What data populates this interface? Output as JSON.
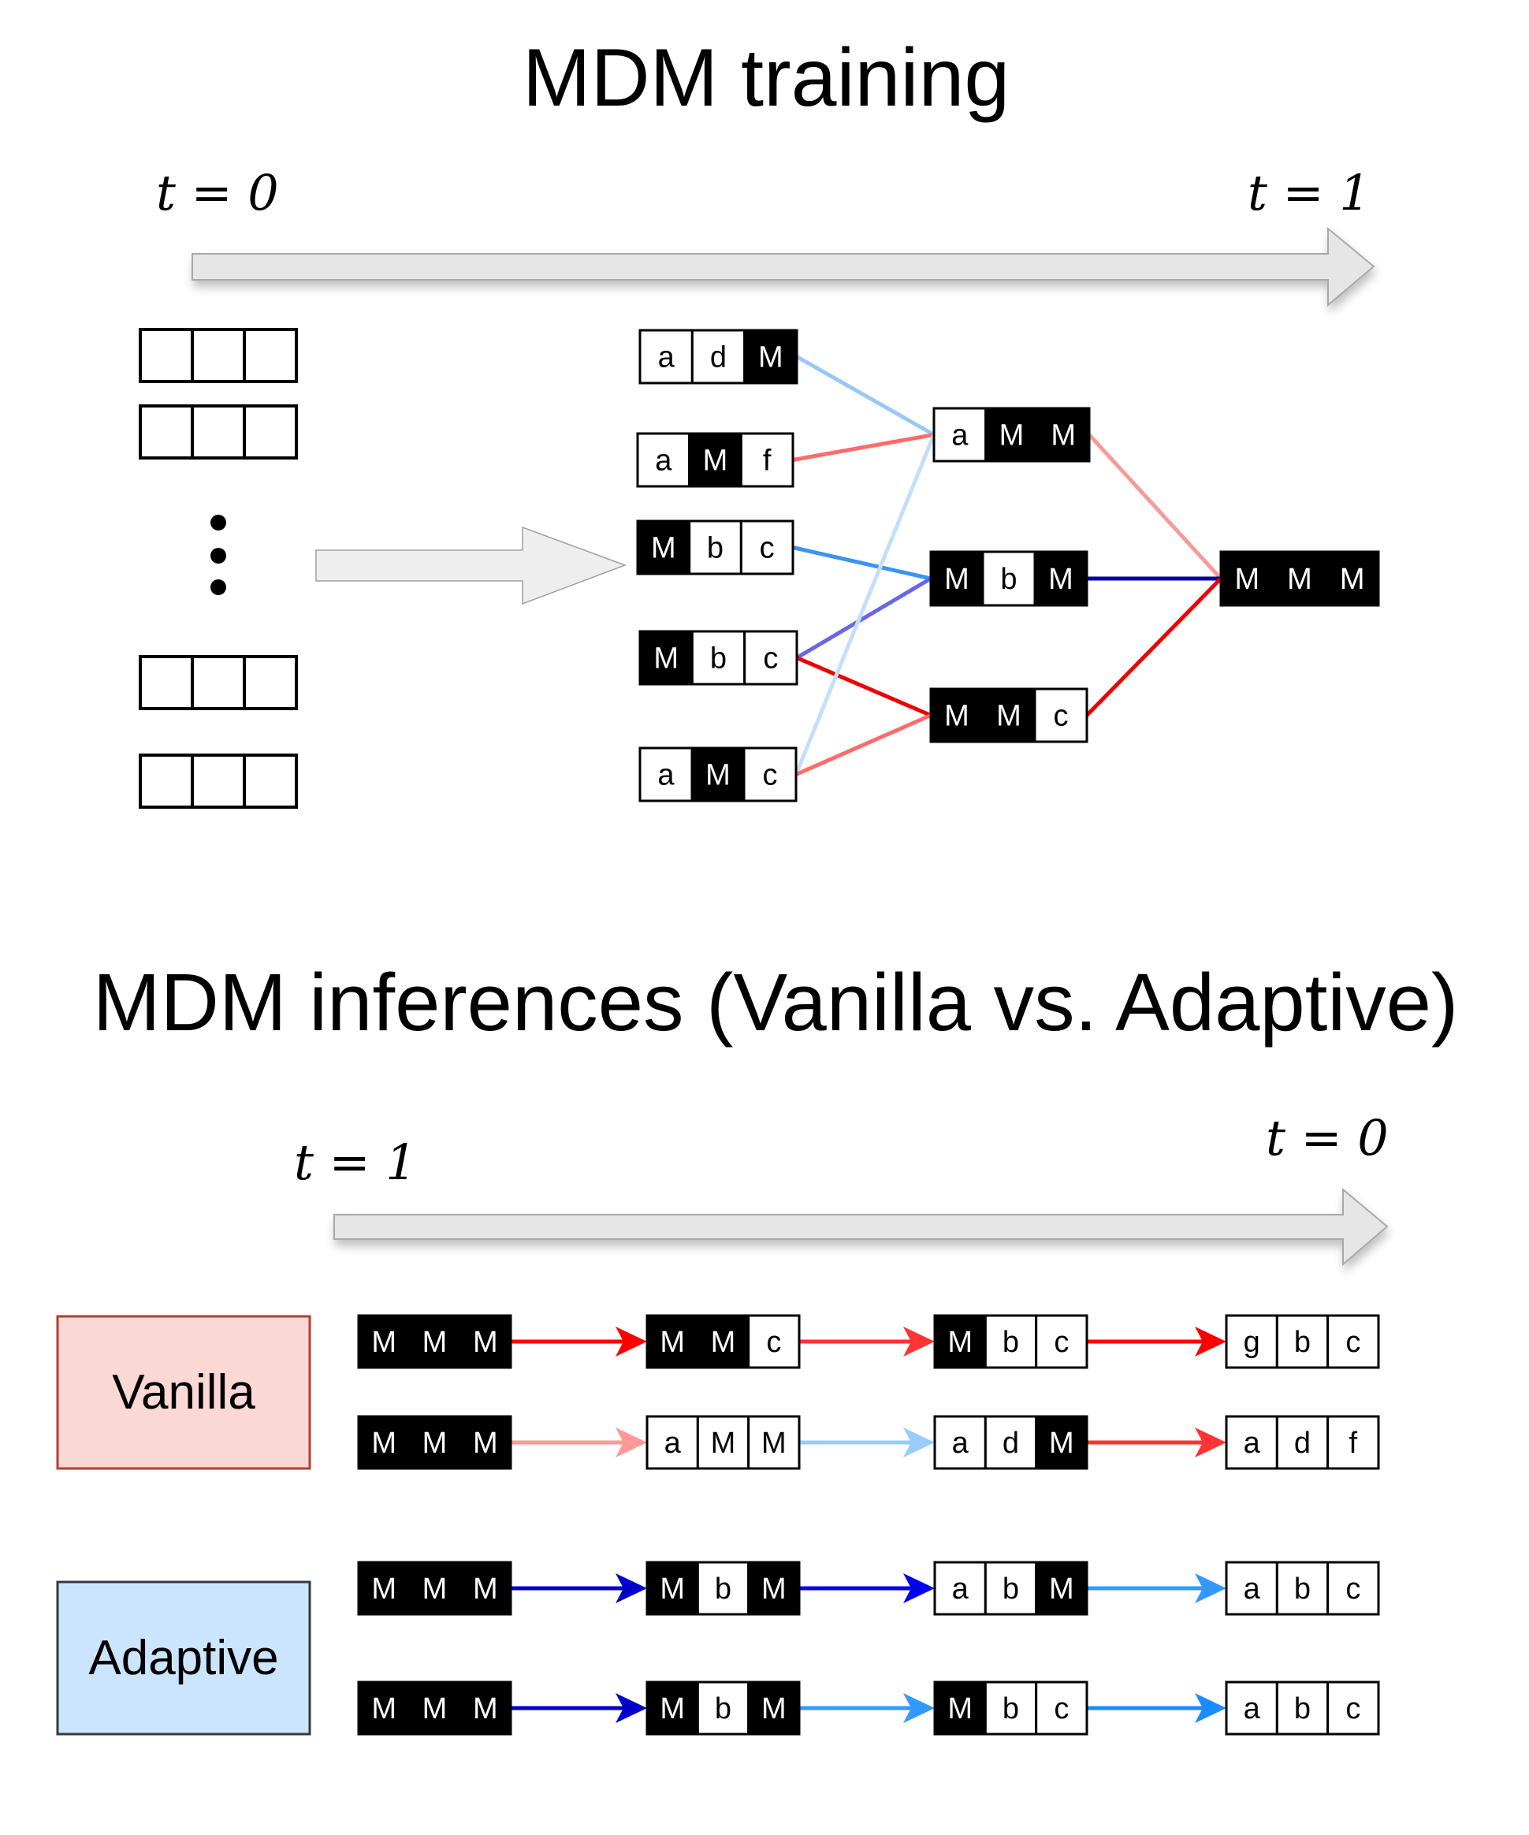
{
  "training": {
    "title": "MDM training",
    "t_start": "t = 0",
    "t_end": "t = 1",
    "data_rows_count": 4,
    "ellipsis": "⋮",
    "stage1": [
      {
        "id": "s1a",
        "tokens": [
          "a",
          "d",
          "M"
        ],
        "masked": [
          false,
          false,
          true
        ]
      },
      {
        "id": "s1b",
        "tokens": [
          "a",
          "M",
          "f"
        ],
        "masked": [
          false,
          true,
          false
        ]
      },
      {
        "id": "s1c",
        "tokens": [
          "M",
          "b",
          "c"
        ],
        "masked": [
          true,
          false,
          false
        ]
      },
      {
        "id": "s1d",
        "tokens": [
          "M",
          "b",
          "c"
        ],
        "masked": [
          true,
          false,
          false
        ]
      },
      {
        "id": "s1e",
        "tokens": [
          "a",
          "M",
          "c"
        ],
        "masked": [
          false,
          true,
          false
        ]
      }
    ],
    "stage2": [
      {
        "id": "s2a",
        "tokens": [
          "a",
          "M",
          "M"
        ],
        "masked": [
          false,
          true,
          true
        ]
      },
      {
        "id": "s2b",
        "tokens": [
          "M",
          "b",
          "M"
        ],
        "masked": [
          true,
          false,
          true
        ]
      },
      {
        "id": "s2c",
        "tokens": [
          "M",
          "M",
          "c"
        ],
        "masked": [
          true,
          true,
          false
        ]
      }
    ],
    "stage3": [
      {
        "id": "s3a",
        "tokens": [
          "M",
          "M",
          "M"
        ],
        "masked": [
          true,
          true,
          true
        ]
      }
    ],
    "edges": [
      {
        "from": "s1a",
        "to": "s2a",
        "color": "#99c8f7"
      },
      {
        "from": "s1b",
        "to": "s2a",
        "color": "#ff6b6b"
      },
      {
        "from": "s1c",
        "to": "s2b",
        "color": "#3a94f0"
      },
      {
        "from": "s1d",
        "to": "s2b",
        "color": "#6666ee"
      },
      {
        "from": "s1d",
        "to": "s2c",
        "color": "#ee0000"
      },
      {
        "from": "s1e",
        "to": "s2a",
        "color": "#c4dffa"
      },
      {
        "from": "s1e",
        "to": "s2c",
        "color": "#ff6b6b"
      },
      {
        "from": "s2a",
        "to": "s3a",
        "color": "#f79a9a"
      },
      {
        "from": "s2b",
        "to": "s3a",
        "color": "#000099"
      },
      {
        "from": "s2c",
        "to": "s3a",
        "color": "#ee0000"
      }
    ]
  },
  "inference": {
    "title": "MDM inferences (Vanilla vs. Adaptive)",
    "t_start": "t = 1",
    "t_end": "t = 0",
    "methods": [
      {
        "label": "Vanilla",
        "fill": "#fad9d5",
        "stroke": "#ae4132"
      },
      {
        "label": "Adaptive",
        "fill": "#cce5ff",
        "stroke": "#36393d"
      }
    ],
    "rows": [
      {
        "method": "Vanilla",
        "steps": [
          {
            "tokens": [
              "M",
              "M",
              "M"
            ],
            "masked": [
              true,
              true,
              true
            ]
          },
          {
            "tokens": [
              "M",
              "M",
              "c"
            ],
            "masked": [
              true,
              true,
              false
            ]
          },
          {
            "tokens": [
              "M",
              "b",
              "c"
            ],
            "masked": [
              true,
              false,
              false
            ]
          },
          {
            "tokens": [
              "g",
              "b",
              "c"
            ],
            "masked": [
              false,
              false,
              false
            ]
          }
        ],
        "arrow_colors": [
          "#ff0000",
          "#ff3333",
          "#ff0000"
        ]
      },
      {
        "method": "Vanilla",
        "steps": [
          {
            "tokens": [
              "M",
              "M",
              "M"
            ],
            "masked": [
              true,
              true,
              true
            ]
          },
          {
            "tokens": [
              "a",
              "M",
              "M"
            ],
            "masked": [
              false,
              false,
              false
            ]
          },
          {
            "tokens": [
              "a",
              "d",
              "M"
            ],
            "masked": [
              false,
              false,
              true
            ]
          },
          {
            "tokens": [
              "a",
              "d",
              "f"
            ],
            "masked": [
              false,
              false,
              false
            ]
          }
        ],
        "arrow_colors": [
          "#ff9999",
          "#99ccff",
          "#ff3333"
        ]
      },
      {
        "method": "Adaptive",
        "steps": [
          {
            "tokens": [
              "M",
              "M",
              "M"
            ],
            "masked": [
              true,
              true,
              true
            ]
          },
          {
            "tokens": [
              "M",
              "b",
              "M"
            ],
            "masked": [
              true,
              false,
              true
            ]
          },
          {
            "tokens": [
              "a",
              "b",
              "M"
            ],
            "masked": [
              false,
              false,
              true
            ]
          },
          {
            "tokens": [
              "a",
              "b",
              "c"
            ],
            "masked": [
              false,
              false,
              false
            ]
          }
        ],
        "arrow_colors": [
          "#0000cc",
          "#0000ee",
          "#3399ff"
        ]
      },
      {
        "method": "Adaptive",
        "steps": [
          {
            "tokens": [
              "M",
              "M",
              "M"
            ],
            "masked": [
              true,
              true,
              true
            ]
          },
          {
            "tokens": [
              "M",
              "b",
              "M"
            ],
            "masked": [
              true,
              false,
              true
            ]
          },
          {
            "tokens": [
              "M",
              "b",
              "c"
            ],
            "masked": [
              true,
              false,
              false
            ]
          },
          {
            "tokens": [
              "a",
              "b",
              "c"
            ],
            "masked": [
              false,
              false,
              false
            ]
          }
        ],
        "arrow_colors": [
          "#0000cc",
          "#3399ff",
          "#1a8cff"
        ]
      }
    ]
  }
}
